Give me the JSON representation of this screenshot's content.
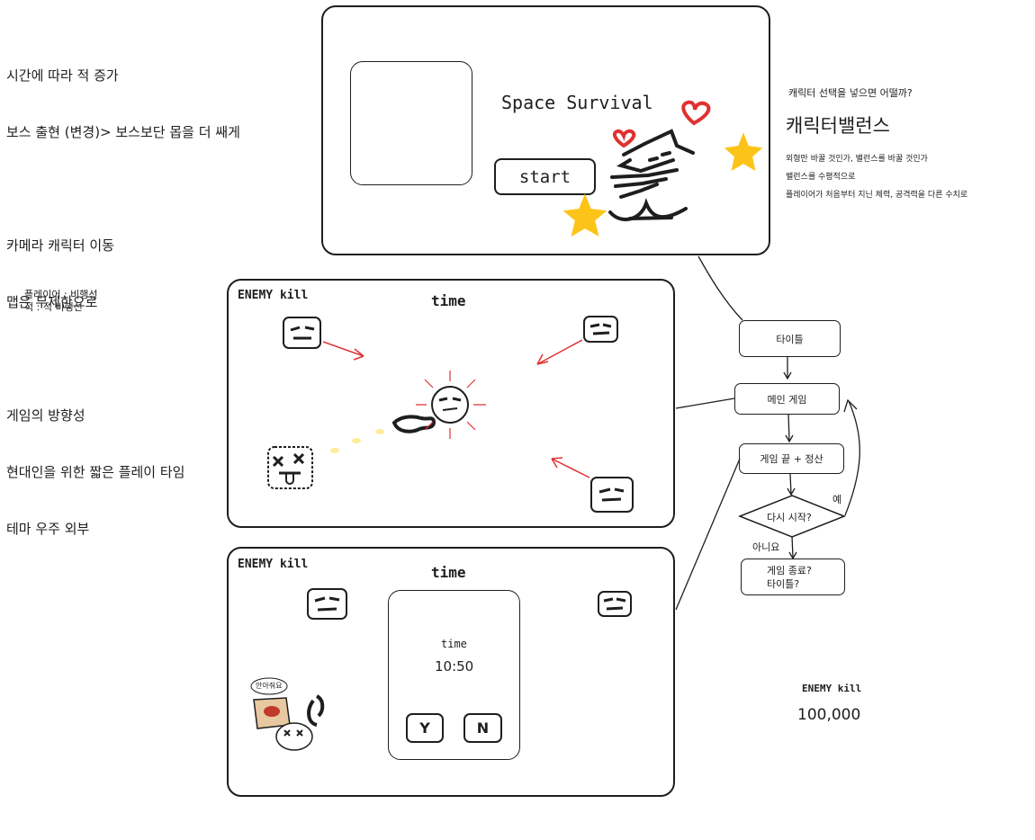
{
  "notes": {
    "top_left": [
      "시간에 따라 적 증가",
      "보스 출현 (변경)> 보스보단 몹을 더 쌔게",
      "",
      "카메라 캐릭터 이동",
      "맵은 무제한으로",
      "",
      "게임의 방향성",
      "현대인을 위한 짧은 플레이 타임",
      "테마 우주 외부"
    ],
    "legend": [
      "플레이어 : 비행선",
      "적 : 적 비행선"
    ],
    "right_question": "캐릭터 선택을 넣으면 어떨까?",
    "right_heading": "캐릭터밸런스",
    "right_lines": [
      "외형만 바꿀 것인가, 밸런스를 바꿀 것인가",
      "밸런스를 수평적으로",
      "플레이어가 처음부터 지닌 체력, 공격력을 다른 수치로"
    ]
  },
  "title_screen": {
    "game_title": "Space Survival",
    "start_label": "start"
  },
  "game_screen": {
    "kill_label": "ENEMY kill",
    "time_label": "time"
  },
  "end_screen": {
    "kill_label": "ENEMY kill",
    "time_label": "time",
    "dialog_time_label": "time",
    "dialog_time_value": "10:50",
    "yes_label": "Y",
    "no_label": "N",
    "speech": "안아줘요"
  },
  "flowchart": {
    "title": "타이틀",
    "main_game": "메인 게임",
    "game_end": "게임 끝 + 정산",
    "restart_question": "다시 시작?",
    "yes": "예",
    "no": "아니요",
    "quit_line1": "게임 종료?",
    "quit_line2": "타이틀?"
  },
  "score": {
    "label": "ENEMY kill",
    "value": "100,000"
  },
  "colors": {
    "stroke": "#1e1e1e",
    "arrow_red": "#e03131",
    "star_yellow": "#fcc419",
    "heart_red": "#e03131",
    "trail_yellow": "#ffec99"
  }
}
